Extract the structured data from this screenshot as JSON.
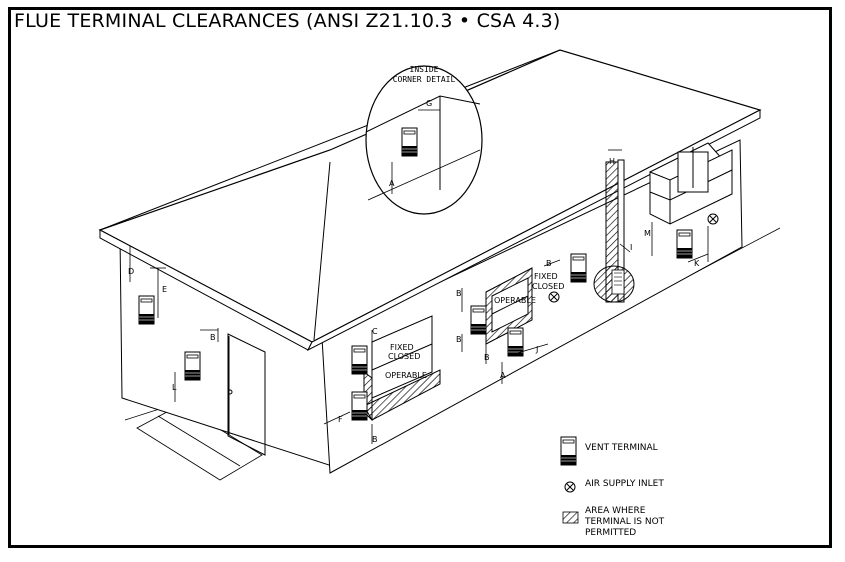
{
  "title": "FLUE TERMINAL CLEARANCES (ANSI Z21.10.3 • CSA 4.3)",
  "detail": {
    "line1": "INSIDE",
    "line2": "CORNER DETAIL"
  },
  "window_labels": {
    "fixed": "FIXED",
    "closed": "CLOSED",
    "operable": "OPERABLE"
  },
  "dims": {
    "A": "A",
    "B": "B",
    "C": "C",
    "D": "D",
    "E": "E",
    "F": "F",
    "G": "G",
    "H": "H",
    "I": "I",
    "J": "J",
    "K": "K",
    "L": "L",
    "M": "M"
  },
  "legend": {
    "vent": "VENT TERMINAL",
    "air": "AIR SUPPLY INLET",
    "area1": "AREA WHERE",
    "area2": "TERMINAL IS NOT",
    "area3": "PERMITTED"
  },
  "icons": [
    "vent-terminal-icon",
    "air-supply-inlet-icon",
    "hatched-area-icon"
  ]
}
